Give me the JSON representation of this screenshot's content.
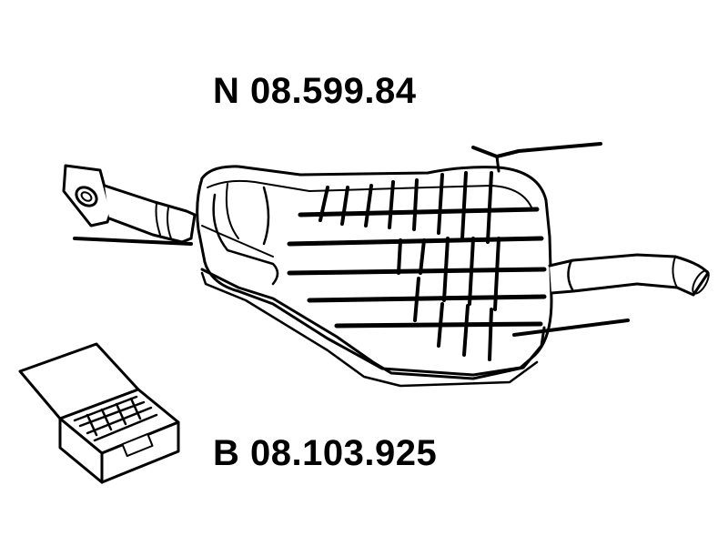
{
  "part_numbers": {
    "n_label": "N 08.599.84",
    "b_label": "B 08.103.925"
  },
  "illustration": {
    "main_part": "rear-exhaust-muffler",
    "accessory": "mounting-kit-box"
  }
}
